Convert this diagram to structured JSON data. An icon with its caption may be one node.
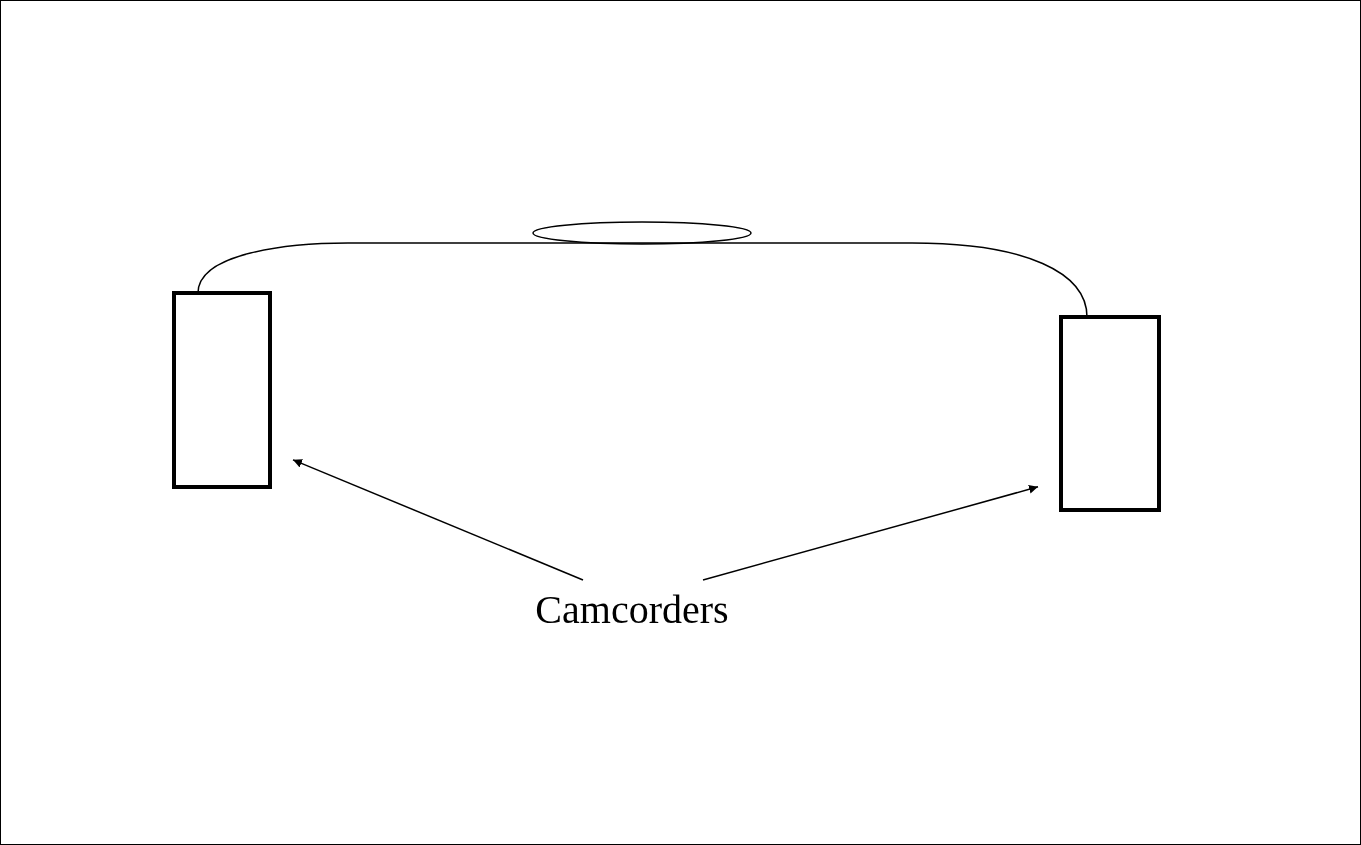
{
  "diagram": {
    "nodes": [
      {
        "text": [
          "Camcorders"
        ]
      },
      {
        "text": [],
        "shape": "box"
      },
      {
        "text": [],
        "shape": "box"
      },
      {
        "text": [],
        "shape": "ellipse"
      }
    ],
    "edges": [
      {
        "from": 0,
        "to": 1,
        "arrow": "to"
      },
      {
        "from": 0,
        "to": 2,
        "arrow": "to"
      },
      {
        "from": 1,
        "to": 2,
        "arrow": "none"
      }
    ]
  }
}
